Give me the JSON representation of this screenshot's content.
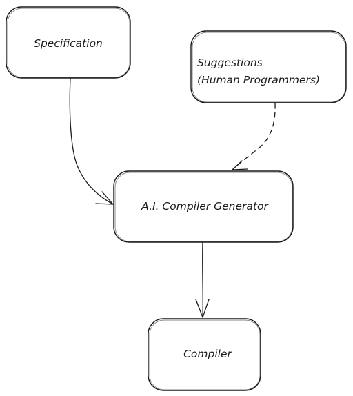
{
  "nodes": {
    "specification": {
      "label": "Specification"
    },
    "suggestions": {
      "line1": "Suggestions",
      "line2": "(Human Programmers)"
    },
    "generator": {
      "label": "A.I. Compiler Generator"
    },
    "compiler": {
      "label": "Compiler"
    }
  },
  "edges": [
    {
      "from": "specification",
      "to": "generator",
      "style": "solid"
    },
    {
      "from": "suggestions",
      "to": "generator",
      "style": "dashed"
    },
    {
      "from": "generator",
      "to": "compiler",
      "style": "solid"
    }
  ],
  "colors": {
    "stroke": "#1a1a1a",
    "background": "#ffffff"
  }
}
